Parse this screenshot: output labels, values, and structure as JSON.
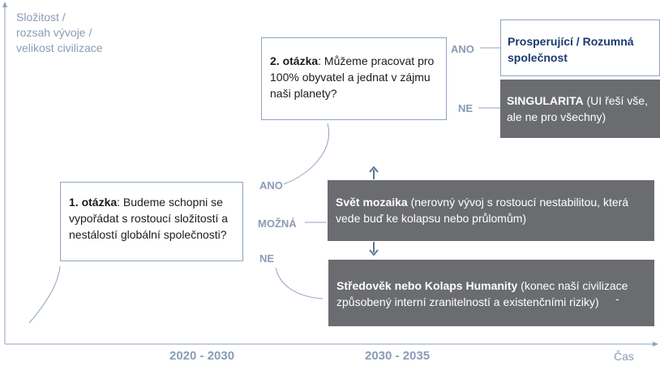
{
  "axes": {
    "y_label_lines": [
      "Složitost /",
      "rozsah vývoje /",
      "velikost civilizace"
    ],
    "x_label": "Čas",
    "ticks": [
      "2020 - 2030",
      "2030 - 2035"
    ]
  },
  "question1": {
    "label": "1. otázka",
    "text": ": Budeme schopni se vypořádat s rostoucí složitostí a nestálostí globální společnosti?"
  },
  "question2": {
    "label": "2. otázka",
    "text": ": Můžeme pracovat pro 100% obyvatel a jednat v zájmu naši planety?"
  },
  "answers": {
    "ano_top": "ANO",
    "ne_top": "NE",
    "ano": "ANO",
    "mozna": "MOŽNÁ",
    "ne": "NE"
  },
  "outcomes": {
    "prosperujici": "Prosperující / Rozumná společnost",
    "singularita_title": "SINGULARITA",
    "singularita_text": " (UI řeší vše, ale ne pro všechny)",
    "mozaika_title": "Svět mozaika",
    "mozaika_text": " (nerovný vývoj s rostoucí nestabilitou, která vede buď ke kolapsu nebo průlomům)",
    "stredovek_title": "Středověk nebo Kolaps Humanity",
    "stredovek_text": " (konec naší civilizace způsobený interní zranitelností a existenčními riziky)",
    "trailing_mark": "-"
  },
  "colors": {
    "axis": "#8fa3bc",
    "label": "#8a9cb4",
    "box_grey": "#6b6c70",
    "box_border": "#8fa3bc",
    "accent_blue": "#1c3b6e"
  }
}
